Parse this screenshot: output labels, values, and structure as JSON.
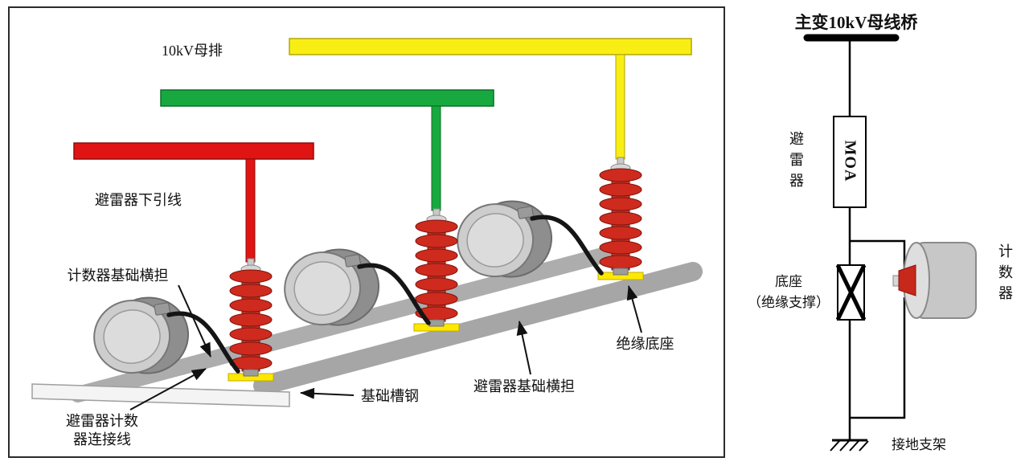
{
  "left_figure": {
    "labels": {
      "busbar": "10kV母排",
      "down_lead": "避雷器下引线",
      "counter_crossarm": "计数器基础横担",
      "counter_connection_wire": "避雷器计数器连接线",
      "channel_steel": "基础槽钢",
      "arrester_crossarm": "避雷器基础横担",
      "insulating_base": "绝缘底座"
    },
    "colors": {
      "busbar_red": "#e11414",
      "busbar_green": "#17a93f",
      "busbar_yellow": "#f9ee14",
      "arrester_red": "#cf2a1e",
      "pad_yellow": "#ffe800",
      "crossarm_gray": "#adadad",
      "counter_gray": "#cdcdcd",
      "wire_black": "#151515"
    }
  },
  "schematic": {
    "title": "主变10kV母线桥",
    "arrester_label": "避雷器",
    "moa_label": "MOA",
    "base_label_line1": "底座",
    "base_label_line2": "（绝缘支撑）",
    "counter_label": "计数器",
    "ground_label": "接地支架"
  }
}
